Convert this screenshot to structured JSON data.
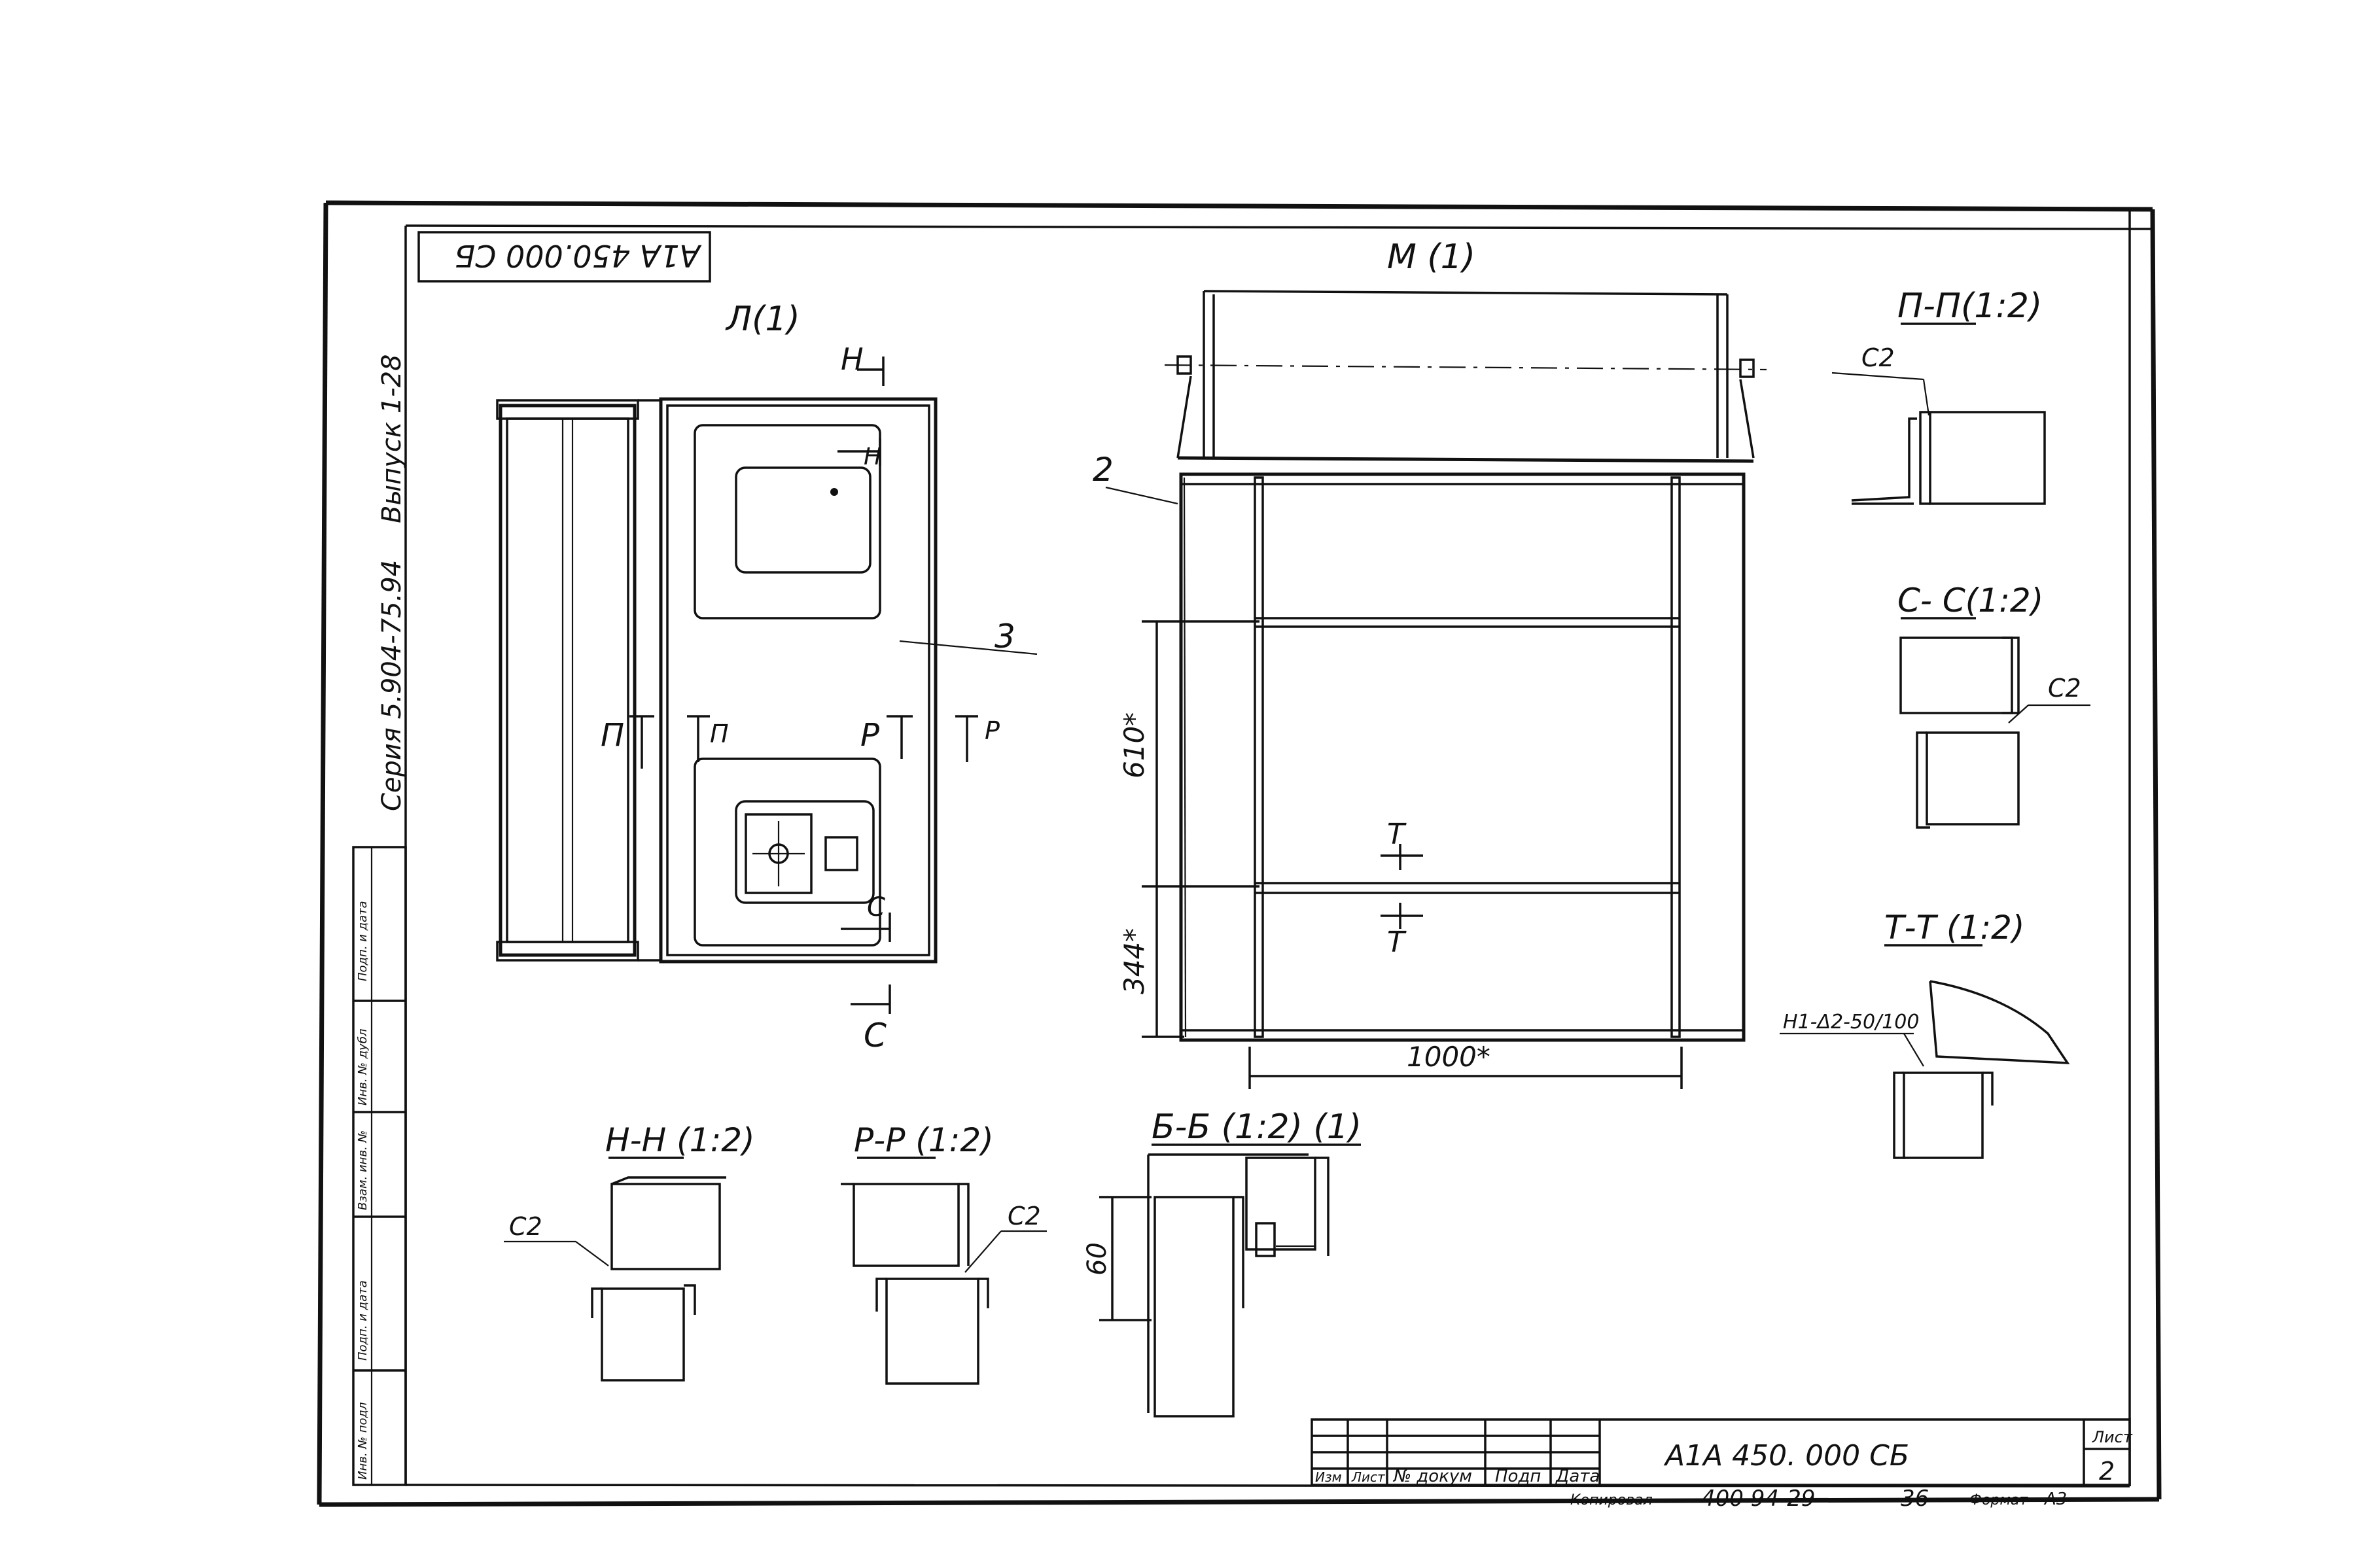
{
  "title_block": {
    "designation": "А1А 450. 000 СБ",
    "sheet_label": "Лист",
    "sheet_number": "2",
    "columns": [
      "Изм",
      "Лист",
      "№ докум",
      "Подп",
      "Дата"
    ],
    "copied_label": "Копировал",
    "copy_number": "400 94-29",
    "copy_page": "36",
    "format_label": "Формат",
    "format_value": "А3"
  },
  "corner_stamp": "А1А 450.000 СБ",
  "side_note": {
    "series": "Серия 5.904-75.94",
    "issue": "Выпуск 1-28"
  },
  "left_stamp": [
    "Подп. и дата",
    "Инв. № дубл",
    "Взам. инв. №",
    "Подп. и дата",
    "Инв. № подл"
  ],
  "views": {
    "L": "Л(1)",
    "M": "М (1)",
    "PP": "П-П(1:2)",
    "CC": "С- С(1:2)",
    "TT": "Т-Т (1:2)",
    "NN": "Н-Н (1:2)",
    "RR": "Р-Р (1:2)",
    "BB": "Б-Б (1:2) (1)"
  },
  "section_marks": {
    "H": "Н",
    "P": "П",
    "R": "Р",
    "C": "С",
    "T": "Т"
  },
  "callouts": {
    "item2": "2",
    "item3": "3",
    "c2": "С2",
    "weld": "Н1-Δ2-50/100"
  },
  "dimensions": {
    "d610": "610*",
    "d344": "344*",
    "d1000": "1000*",
    "d60": "60"
  }
}
